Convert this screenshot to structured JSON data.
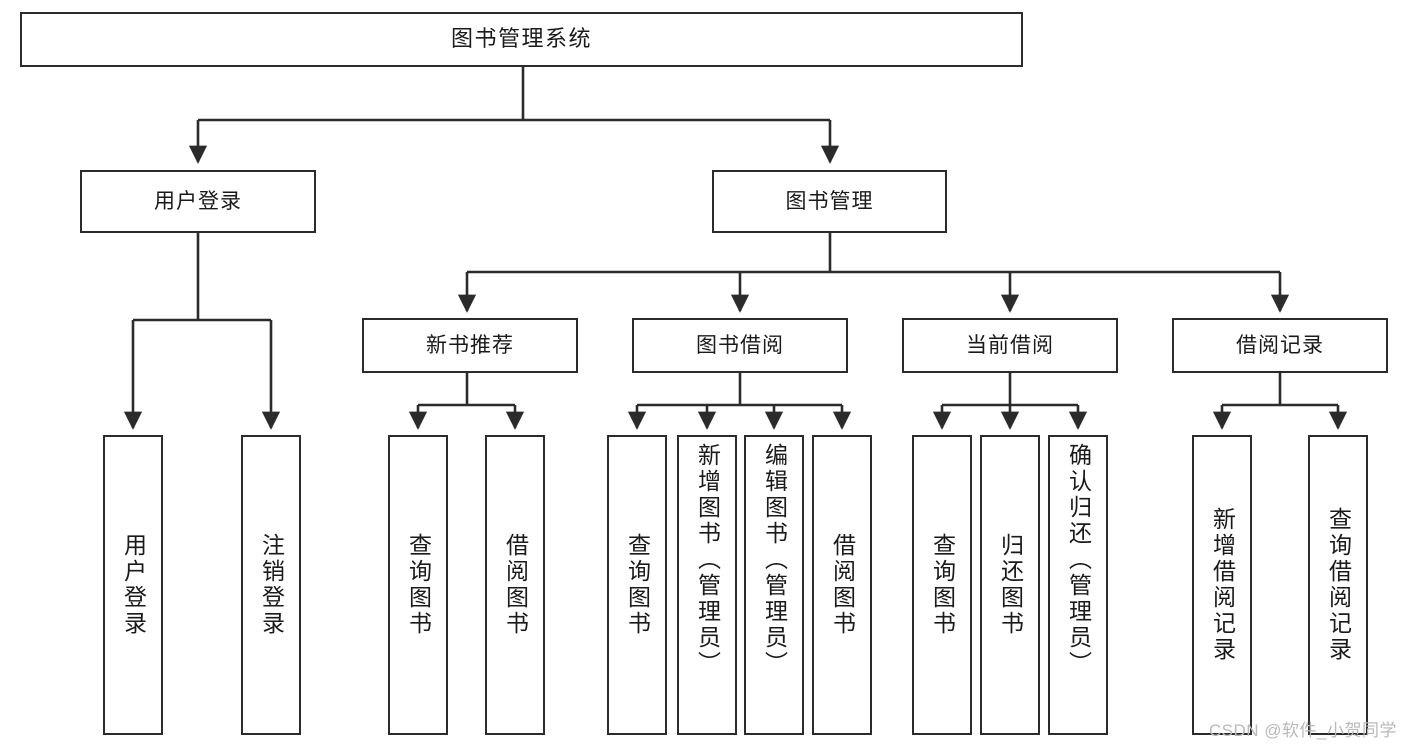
{
  "diagram": {
    "title": "图书管理系统",
    "watermark": "CSDN @软件_小贺同学",
    "level1": {
      "label": "图书管理系统"
    },
    "level2": [
      {
        "label": "用户登录"
      },
      {
        "label": "图书管理"
      }
    ],
    "level3": [
      {
        "label": "新书推荐"
      },
      {
        "label": "图书借阅"
      },
      {
        "label": "当前借阅"
      },
      {
        "label": "借阅记录"
      }
    ],
    "leaves": {
      "user_login": [
        {
          "label": "用户登录"
        },
        {
          "label": "注销登录"
        }
      ],
      "new_book": [
        {
          "label": "查询图书"
        },
        {
          "label": "借阅图书"
        }
      ],
      "book_borrow": [
        {
          "label": "查询图书"
        },
        {
          "label": "新增图书（管理员）"
        },
        {
          "label": "编辑图书（管理员）"
        },
        {
          "label": "借阅图书"
        }
      ],
      "current_borrow": [
        {
          "label": "查询图书"
        },
        {
          "label": "归还图书"
        },
        {
          "label": "确认归还（管理员）"
        }
      ],
      "borrow_record": [
        {
          "label": "新增借阅记录"
        },
        {
          "label": "查询借阅记录"
        }
      ]
    },
    "colors": {
      "stroke": "#2b2b2b",
      "text": "#1a1a1a",
      "background": "#ffffff",
      "watermark": "#b9b9b9"
    }
  }
}
